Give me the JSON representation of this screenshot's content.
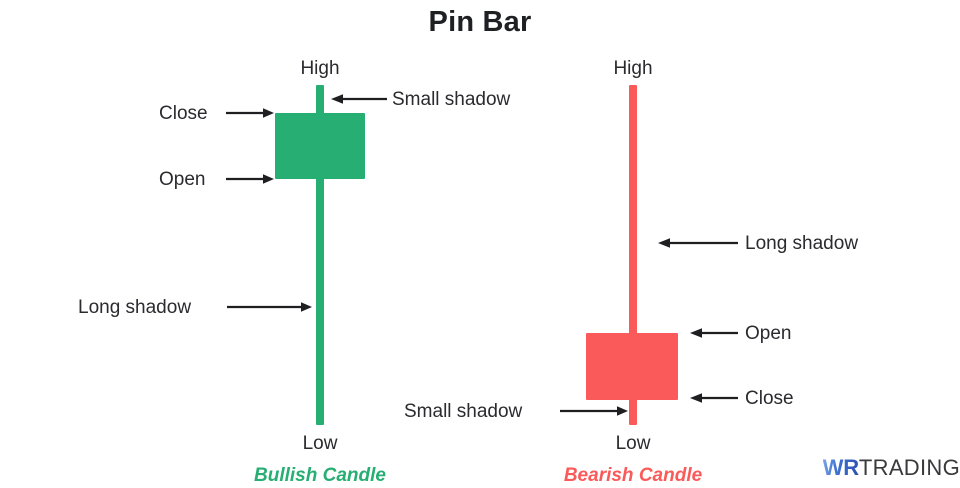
{
  "title": "Pin Bar",
  "colors": {
    "bullish": "#27ae72",
    "bearish": "#fb5a5a",
    "text": "#2b2b2f",
    "title": "#1f2024",
    "logo_blue": "#3f72d0",
    "logo_gray": "#3a3a3c",
    "background": "#ffffff"
  },
  "bullish": {
    "caption": "Bullish Candle",
    "high_label": "High",
    "low_label": "Low",
    "close_label": "Close",
    "open_label": "Open",
    "small_shadow_label": "Small shadow",
    "long_shadow_label": "Long shadow"
  },
  "bearish": {
    "caption": "Bearish Candle",
    "high_label": "High",
    "low_label": "Low",
    "open_label": "Open",
    "close_label": "Close",
    "small_shadow_label": "Small shadow",
    "long_shadow_label": "Long shadow"
  },
  "logo": {
    "mark": "WR",
    "word": "TRADING"
  },
  "chart_data": {
    "type": "candlestick",
    "title": "Pin Bar",
    "grid": false,
    "legend": "none",
    "series": [
      {
        "name": "Bullish Candle",
        "direction": "bullish",
        "color": "#27ae72",
        "upper_shadow": "small",
        "lower_shadow": "long",
        "annotations": [
          "High",
          "Close",
          "Open",
          "Small shadow",
          "Long shadow",
          "Low"
        ]
      },
      {
        "name": "Bearish Candle",
        "direction": "bearish",
        "color": "#fb5a5a",
        "upper_shadow": "long",
        "lower_shadow": "small",
        "annotations": [
          "High",
          "Long shadow",
          "Open",
          "Close",
          "Small shadow",
          "Low"
        ]
      }
    ]
  }
}
